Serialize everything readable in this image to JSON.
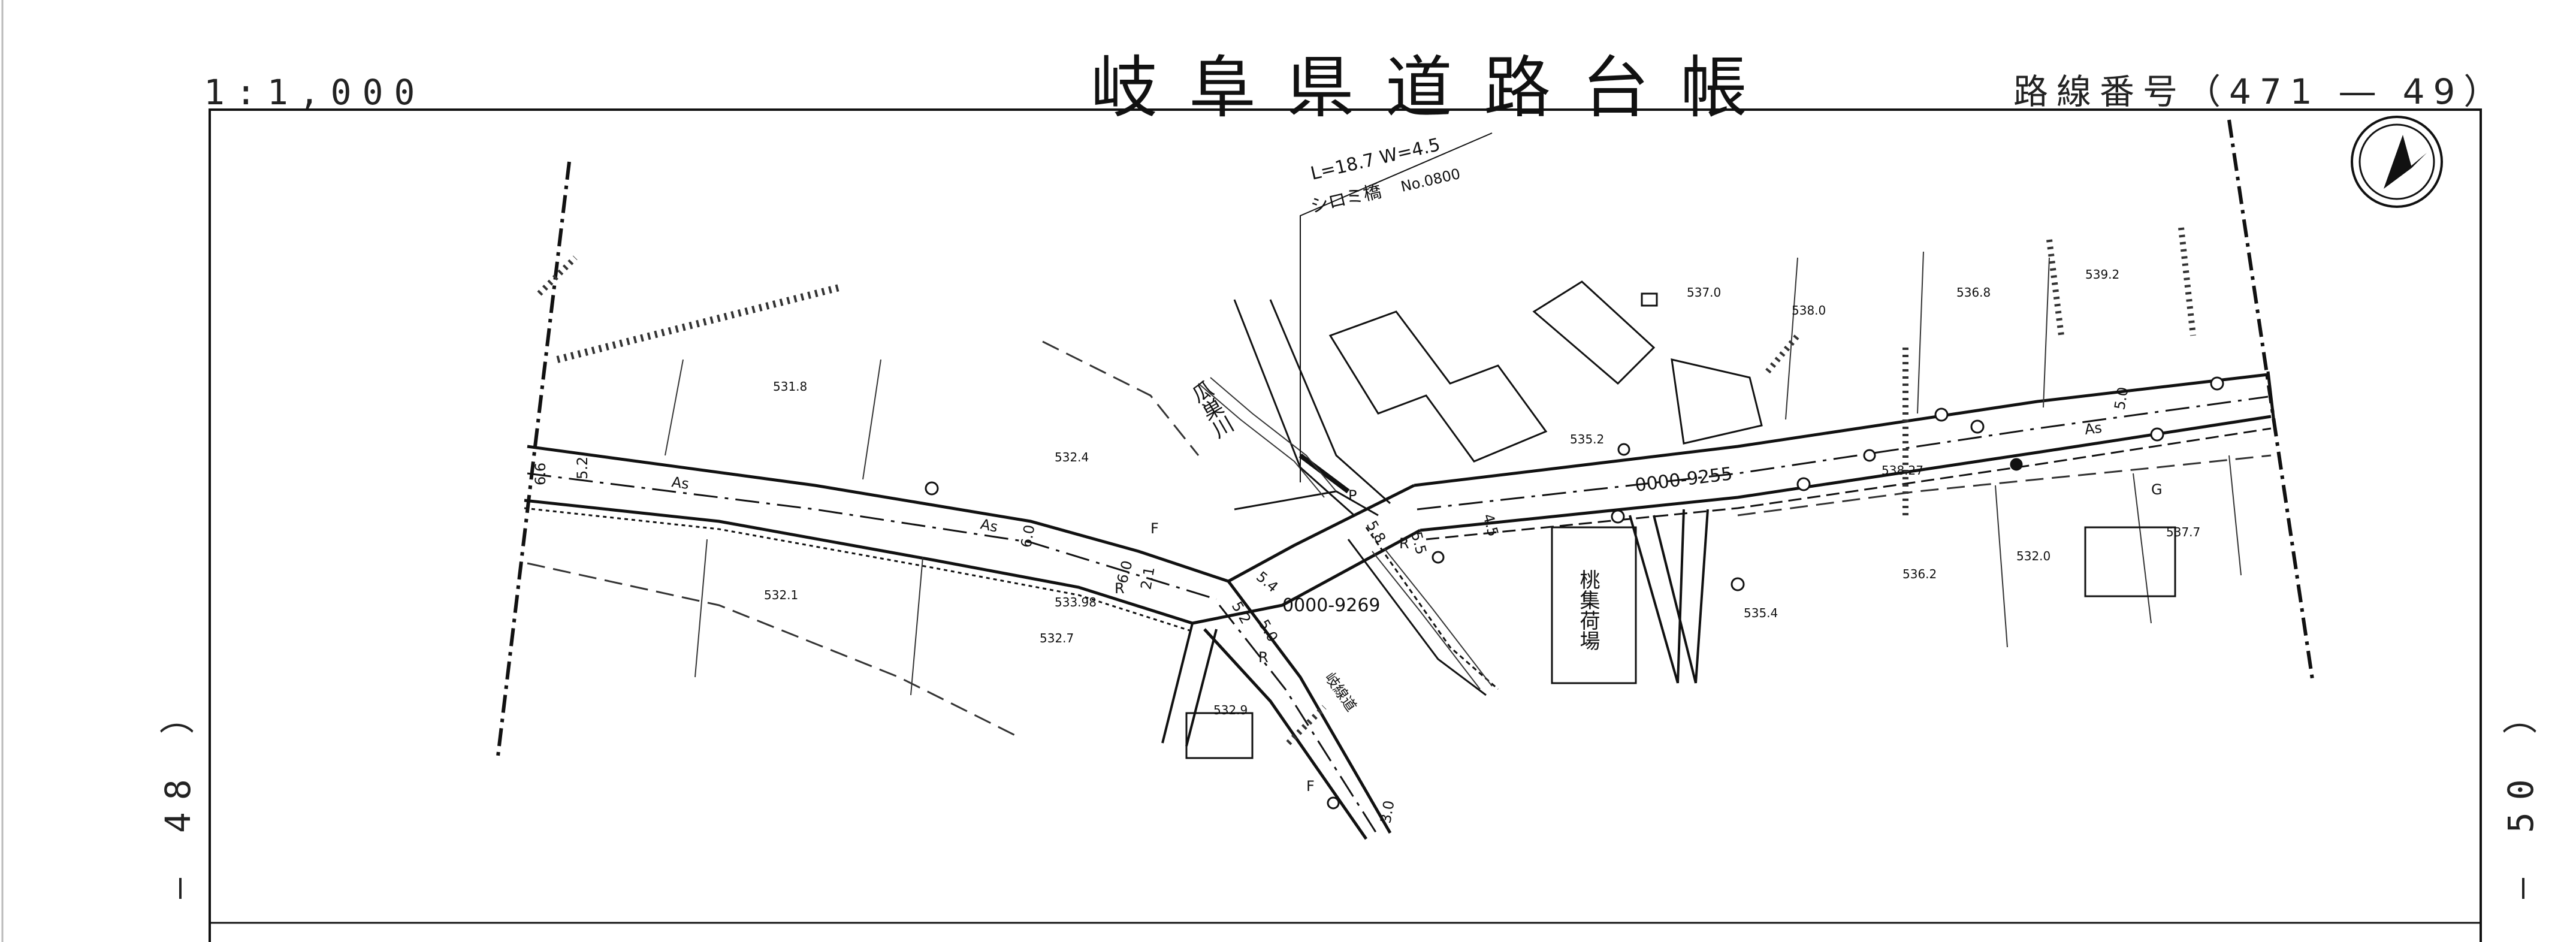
{
  "header": {
    "scale": "1:1,000",
    "title": "岐阜県道路台帳",
    "route_number": "路線番号（471 ― 49）"
  },
  "side_marks": {
    "left": "― 48 ）",
    "right": "― 50 ）"
  },
  "map": {
    "bridge_label": {
      "dims": "L=18.7  W=4.5",
      "name": "シロミ橋",
      "number": "No.0800"
    },
    "node_codes": [
      "0000-9255",
      "0000-9269"
    ],
    "elevations": [
      "531.8",
      "532.4",
      "532.1",
      "532.7",
      "532.9",
      "533.98",
      "535.2",
      "537.0",
      "538.0",
      "536.8",
      "539.2",
      "538.27",
      "537.7",
      "536.2",
      "532.0",
      "535.4"
    ],
    "surface_labels": [
      "As",
      "As",
      "As"
    ],
    "width_labels": [
      "6.6",
      "5.2",
      "6.0",
      "6.0",
      "5.4",
      "5.8",
      "5.5",
      "4.5",
      "5.0",
      "2.1",
      "5.2",
      "5.0",
      "3.0"
    ],
    "facility_label": "桃集荷場",
    "river_label": "瓜巣川",
    "branch_road_label": "岐線道",
    "markers": [
      "R",
      "P",
      "R",
      "R",
      "F",
      "F",
      "G"
    ],
    "north_arrow": "north-arrow"
  }
}
